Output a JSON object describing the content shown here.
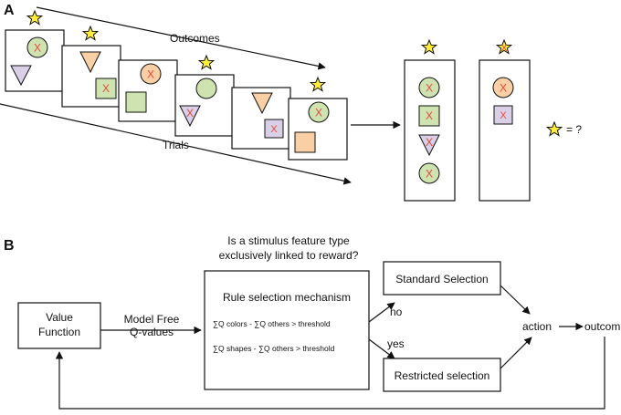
{
  "panel_a": {
    "letter": "A",
    "outcomes_label": "Outcomes",
    "trials_label": "Trials",
    "star_legend": "= ?",
    "trial_mark": "X"
  },
  "panel_b": {
    "letter": "B",
    "question_line1": "Is a stimulus feature type",
    "question_line2": "exclusively linked to reward?",
    "value_function_line1": "Value",
    "value_function_line2": "Function",
    "model_free_line1": "Model Free",
    "model_free_line2": "Q-values",
    "rule_title": "Rule selection mechanism",
    "rule_colors": "∑Q colors - ∑Q others > threshold",
    "rule_shapes": "∑Q shapes - ∑Q others > threshold",
    "no_label": "no",
    "yes_label": "yes",
    "standard_selection": "Standard Selection",
    "restricted_selection": "Restricted selection",
    "action_label": "action",
    "outcome_label": "outcome"
  },
  "colors": {
    "green": "#cfe3b0",
    "orange": "#f9cfa5",
    "purple": "#d9cfe6",
    "star": "#ffef3a",
    "x_mark": "#e8473c"
  }
}
